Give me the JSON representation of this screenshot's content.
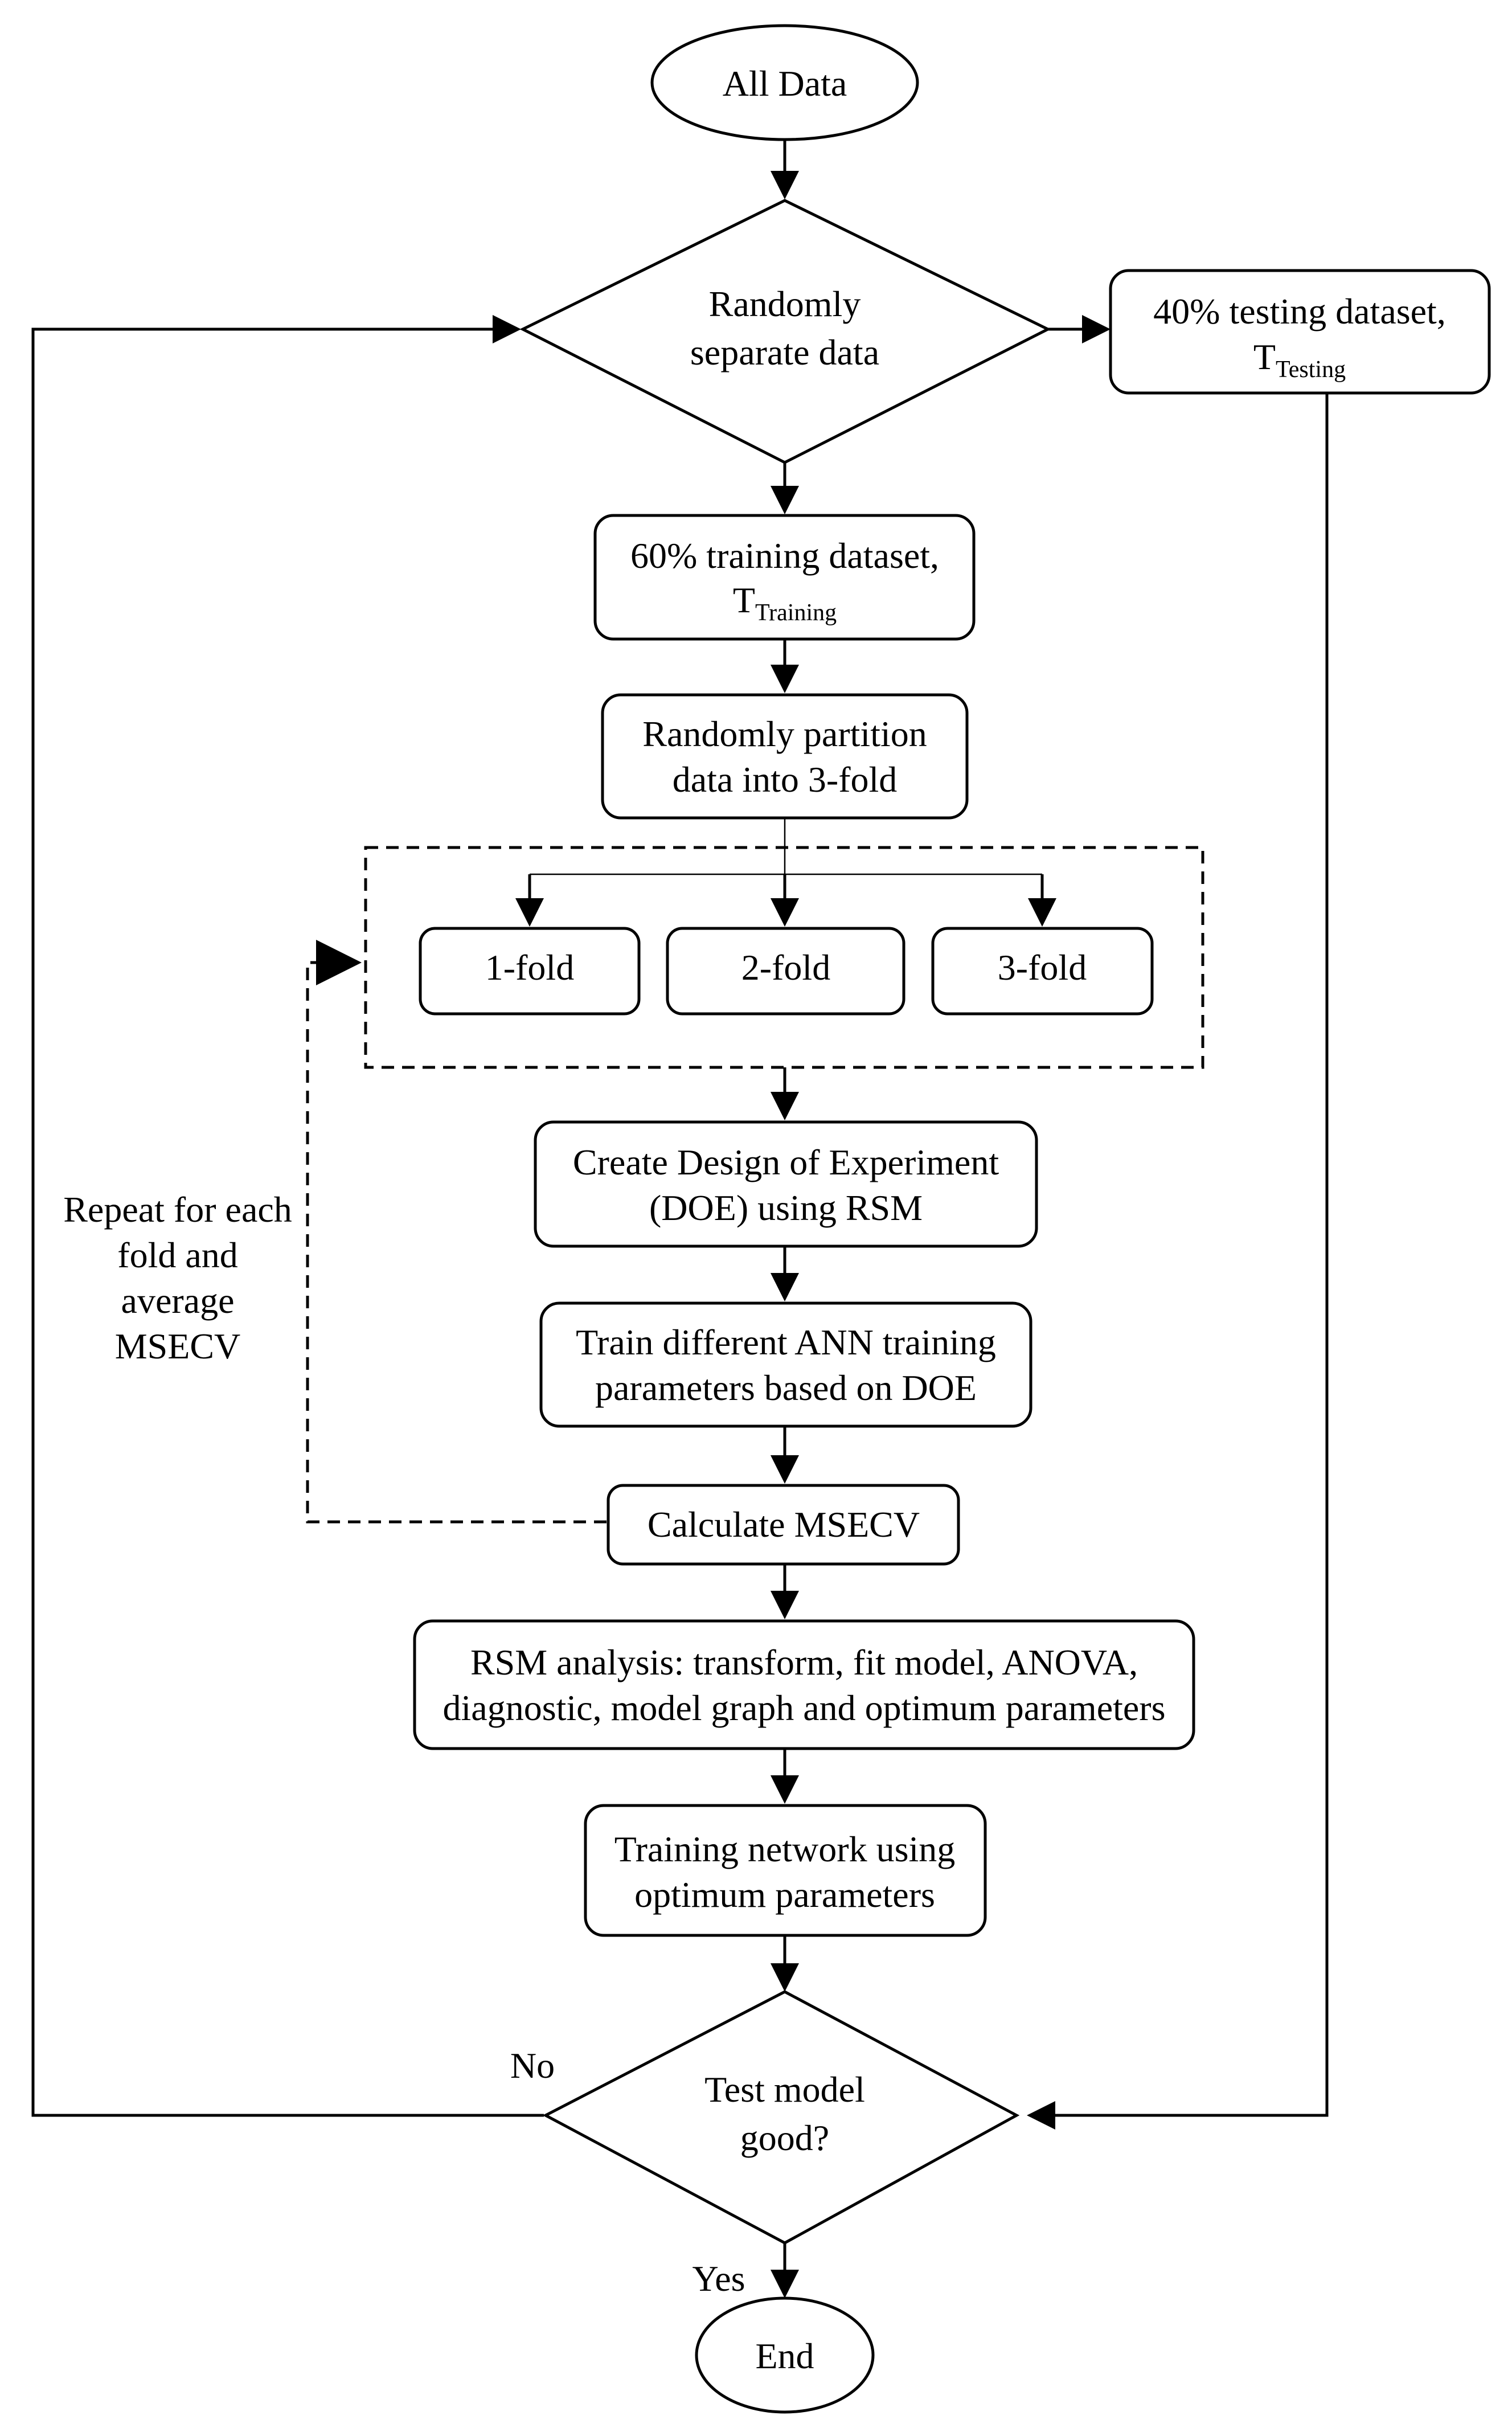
{
  "nodes": {
    "start": "All Data",
    "separate": [
      "Randomly",
      "separate data"
    ],
    "testing": {
      "main": "40% testing dataset,",
      "symbol": "T",
      "subscript": "Testing"
    },
    "training": {
      "main": "60% training dataset,",
      "symbol": "T",
      "subscript": "Training"
    },
    "partition": [
      "Randomly partition",
      "data into 3-fold"
    ],
    "folds": [
      "1-fold",
      "2-fold",
      "3-fold"
    ],
    "doe": [
      "Create Design of Experiment",
      "(DOE) using RSM"
    ],
    "train_ann": [
      "Train different ANN training",
      "parameters based on DOE"
    ],
    "msecv": "Calculate MSECV",
    "rsm": [
      "RSM analysis: transform, fit model, ANOVA,",
      "diagnostic, model graph and optimum parameters"
    ],
    "optimum": [
      "Training network using",
      "optimum parameters"
    ],
    "decision": [
      "Test model",
      "good?"
    ],
    "end": "End"
  },
  "labels": {
    "repeat": [
      "Repeat for each",
      "fold and",
      "average",
      "MSECV"
    ],
    "no": "No",
    "yes": "Yes"
  }
}
